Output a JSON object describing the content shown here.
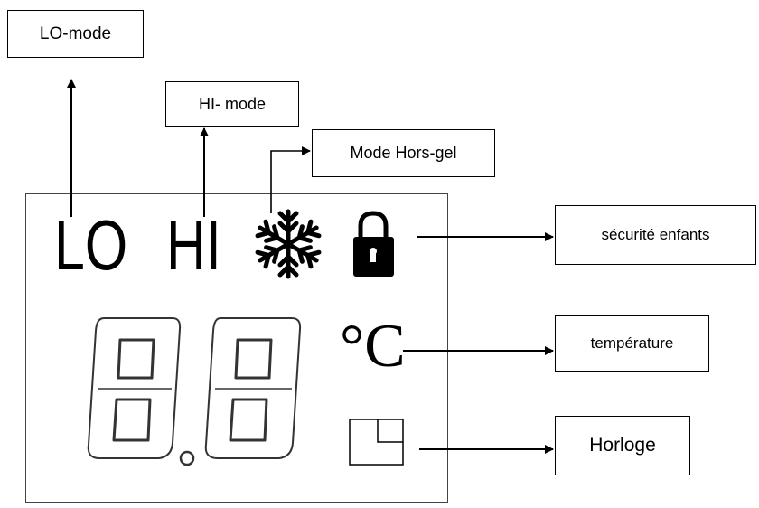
{
  "labels": {
    "lo_mode": "LO-mode",
    "hi_mode": "HI- mode",
    "frost_mode": "Mode Hors-gel",
    "child_lock": "sécurité enfants",
    "temperature": "température",
    "clock": "Horloge"
  },
  "display": {
    "lo_symbol": "LO",
    "hi_symbol": "HI",
    "temp_unit": "°C"
  },
  "icons": {
    "frost": "snowflake-icon",
    "lock": "padlock-icon",
    "clock": "clock-segment-icon",
    "digits": "seven-segment-digits"
  }
}
